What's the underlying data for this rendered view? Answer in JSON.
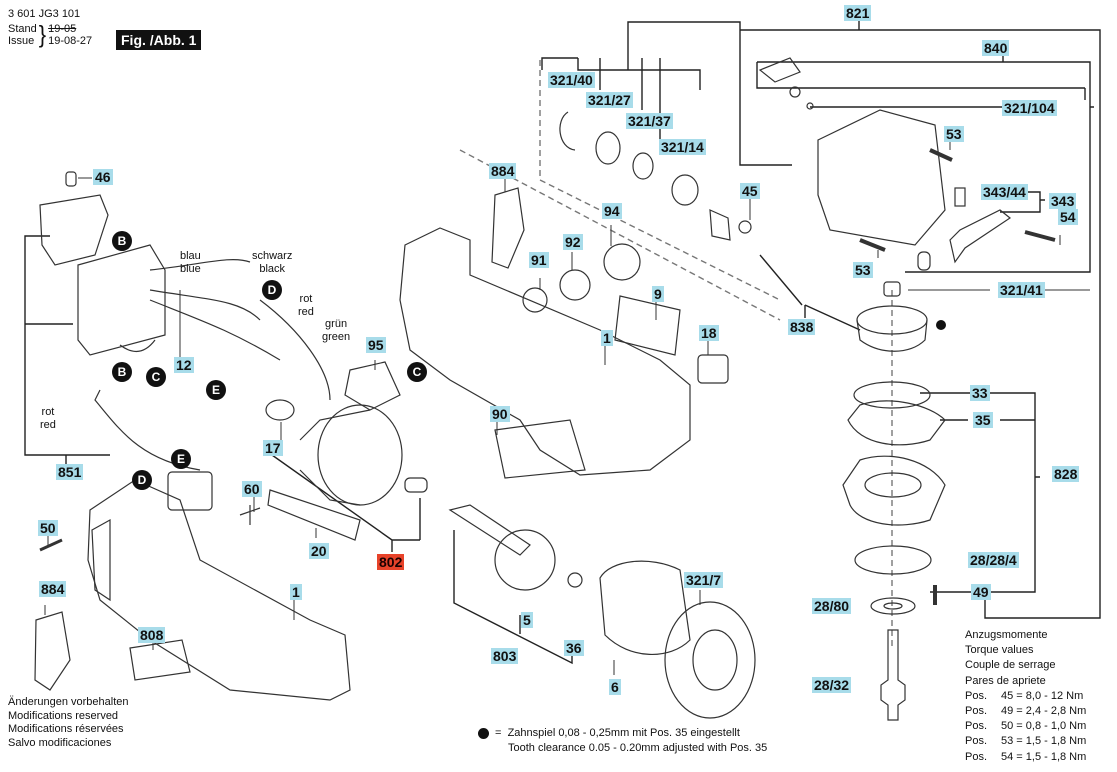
{
  "header": {
    "part_number": "3 601 JG3 101",
    "stand_label": "Stand",
    "issue_label": "Issue",
    "stand_old": "19-05",
    "issue_date": "19-08-27",
    "figure": "Fig. /Abb. 1"
  },
  "callouts": {
    "p46": "46",
    "p12": "12",
    "p851": "851",
    "p50": "50",
    "p884a": "884",
    "p884b": "884",
    "p808": "808",
    "p1a": "1",
    "p1b": "1",
    "p60": "60",
    "p20": "20",
    "p17": "17",
    "p802": "802",
    "p95": "95",
    "p90": "90",
    "p91": "91",
    "p92": "92",
    "p94": "94",
    "p9": "9",
    "p18": "18",
    "p5": "5",
    "p803": "803",
    "p36": "36",
    "p6": "6",
    "p321_7": "321/7",
    "p321_40": "321/40",
    "p321_27": "321/27",
    "p321_37": "321/37",
    "p321_14": "321/14",
    "p45": "45",
    "p821": "821",
    "p840": "840",
    "p321_104": "321/104",
    "p53a": "53",
    "p53b": "53",
    "p343_44": "343/44",
    "p343": "343",
    "p54": "54",
    "p321_41": "321/41",
    "p838": "838",
    "p33": "33",
    "p35": "35",
    "p828": "828",
    "p28_28_4": "28/28/4",
    "p49": "49",
    "p28_80": "28/80",
    "p28_32": "28/32"
  },
  "markers": {
    "B": "B",
    "C": "C",
    "D": "D",
    "E": "E"
  },
  "wires": {
    "blue": "blau\nblue",
    "black": "schwarz\nblack",
    "red1": "rot\nred",
    "green": "grün\ngreen",
    "red2": "rot\nred"
  },
  "notes": [
    "Änderungen vorbehalten",
    "Modifications reserved",
    "Modifications réservées",
    "Salvo modificaciones"
  ],
  "tooth_note": {
    "symbol": "=",
    "de": "Zahnspiel 0,08 - 0,25mm mit Pos. 35 eingestellt",
    "en": "Tooth clearance 0.05 - 0.20mm adjusted with Pos. 35"
  },
  "torque": {
    "titles": [
      "Anzugsmomente",
      "Torque values",
      "Couple de serrage",
      "Pares de apriete"
    ],
    "rows": [
      {
        "label": "Pos.",
        "value": "45 = 8,0 - 12  Nm"
      },
      {
        "label": "Pos.",
        "value": "49 = 2,4 - 2,8 Nm"
      },
      {
        "label": "Pos.",
        "value": "50 = 0,8 - 1,0 Nm"
      },
      {
        "label": "Pos.",
        "value": "53 = 1,5 - 1,8 Nm"
      },
      {
        "label": "Pos.",
        "value": "54 = 1,5 - 1,8 Nm"
      }
    ]
  },
  "colors": {
    "callout_bg": "#a8dcea",
    "highlight_bg": "#e8432a"
  }
}
